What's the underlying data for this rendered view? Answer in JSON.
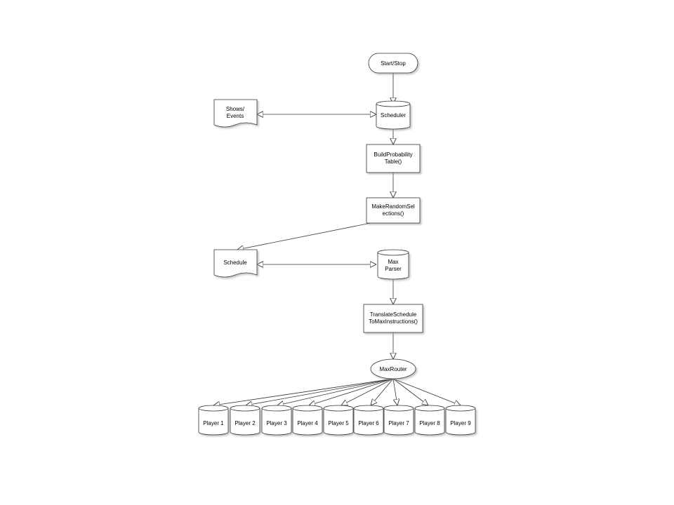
{
  "diagram": {
    "nodes": {
      "start_stop": "Start/Stop",
      "scheduler": "Scheduler",
      "shows_events": [
        "Shows/",
        "Events"
      ],
      "build_probability": [
        "BuildProbability",
        "Table()"
      ],
      "make_random": [
        "MakeRandomSel",
        "ections()"
      ],
      "schedule": "Schedule",
      "max_parser": [
        "Max",
        "Parser"
      ],
      "translate": [
        "TranslateSchedule",
        "ToMaxInstructions()"
      ],
      "max_router": "MaxRouter",
      "players": [
        "Player 1",
        "Player 2",
        "Player 3",
        "Player 4",
        "Player 5",
        "Player 6",
        "Player 7",
        "Player 8",
        "Player 9"
      ]
    },
    "colors": {
      "stroke": "#333333",
      "fill": "#ffffff",
      "shadow": "#cccccc"
    }
  }
}
